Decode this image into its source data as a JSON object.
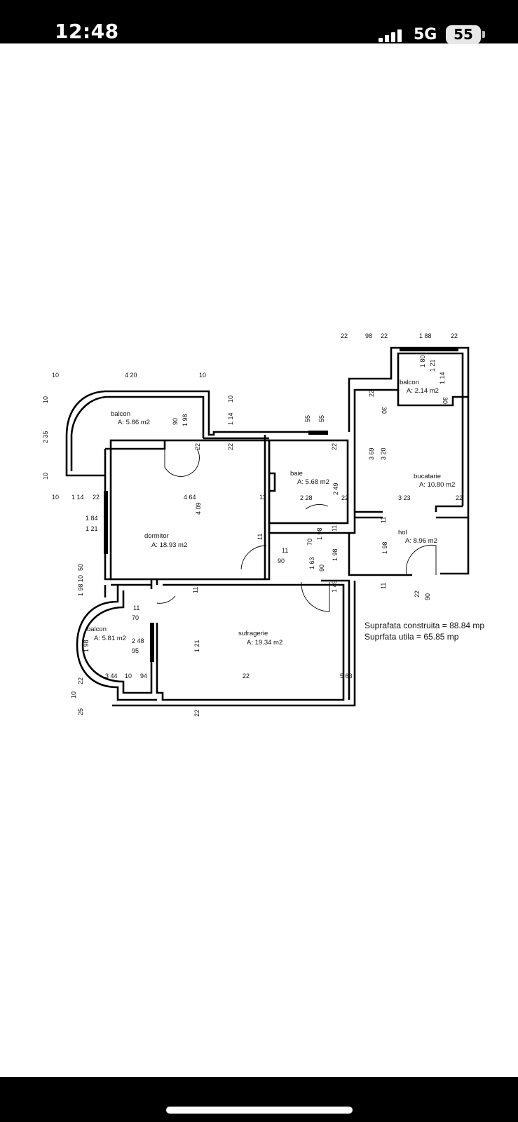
{
  "status_bar": {
    "time": "12:48",
    "network": "5G",
    "battery": "55",
    "signal_icon": "signal-bars-icon",
    "battery_icon": "battery-icon"
  },
  "floor_plan": {
    "rooms": [
      {
        "name": "balcon",
        "area": "A: 5.86 m2"
      },
      {
        "name": "dormitor",
        "area": "A: 18.93 m2"
      },
      {
        "name": "baie",
        "area": "A: 5.68 m2"
      },
      {
        "name": "balcon",
        "area": "A: 2.14 m2"
      },
      {
        "name": "bucatarie",
        "area": "A: 10.80 m2"
      },
      {
        "name": "hol",
        "area": "A: 8.96 m2"
      },
      {
        "name": "balcon",
        "area": "A: 5.81 m2"
      },
      {
        "name": "sufragerie",
        "area": "A: 19.34 m2"
      }
    ],
    "dimensions": [
      "22",
      "98",
      "22",
      "1 88",
      "22",
      "10",
      "4 20",
      "10",
      "10",
      "10",
      "2 35",
      "10",
      "90",
      "1 98",
      "1 14",
      "55",
      "55",
      "22",
      "22",
      "22",
      "1 80",
      "1 21",
      "1 14",
      "22",
      "30",
      "30",
      "3 69",
      "3 20",
      "10",
      "1 14",
      "22",
      "4 64",
      "4 09",
      "11",
      "2 28",
      "2 49",
      "22",
      "3 23",
      "22",
      "1 84",
      "1 21",
      "11",
      "11",
      "70",
      "1 98",
      "11",
      "90",
      "1 98",
      "1 63",
      "90",
      "1 98",
      "1 49",
      "11",
      "22",
      "90",
      "1 98",
      "10",
      "50",
      "11",
      "11",
      "11",
      "70",
      "1 98",
      "2 48",
      "95",
      "1 21",
      "3 44",
      "10",
      "94",
      "22",
      "5 63",
      "22",
      "10",
      "25",
      "22",
      "22"
    ],
    "summary": [
      "Suprafata construita = 88.84 mp",
      "Suprfata  utila = 65.85 mp"
    ]
  }
}
